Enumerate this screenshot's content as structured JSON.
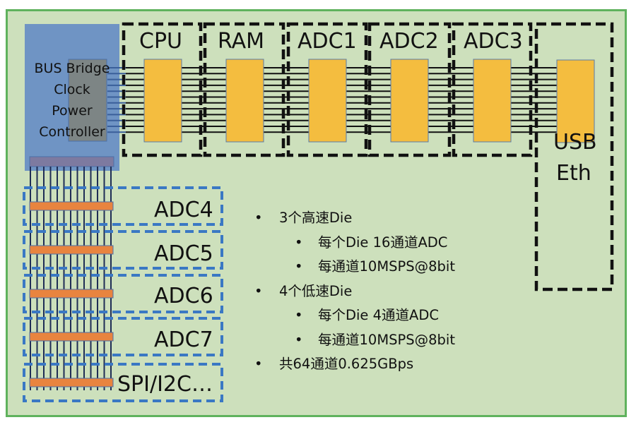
{
  "colors": {
    "background": "#cde0bc",
    "frame_border": "#5fb25d",
    "bridge_fill": "#6f94c4",
    "bridge_inner_fill": "#7d8585",
    "chip_fill": "#f4bd3f",
    "small_chip_fill": "#e8843f",
    "bus_line": "#111111",
    "low_speed_border": "#3a78c4"
  },
  "bridge": {
    "lines": [
      "BUS Bridge",
      "Clock",
      "Power",
      "Controller"
    ]
  },
  "high_speed_dies": [
    {
      "label": "CPU"
    },
    {
      "label": "RAM"
    },
    {
      "label": "ADC1"
    },
    {
      "label": "ADC2"
    },
    {
      "label": "ADC3"
    }
  ],
  "io_die": {
    "lines": [
      "USB",
      "Eth"
    ]
  },
  "low_speed_dies": [
    {
      "label": "ADC4"
    },
    {
      "label": "ADC5"
    },
    {
      "label": "ADC6"
    },
    {
      "label": "ADC7"
    },
    {
      "label": "SPI/I2C…"
    }
  ],
  "bus": {
    "parallel_lines": 12,
    "low_speed_pins": 13
  },
  "bullets": [
    {
      "level": 0,
      "text": "3个高速Die"
    },
    {
      "level": 1,
      "text": "每个Die 16通道ADC"
    },
    {
      "level": 1,
      "text": "每通道10MSPS@8bit"
    },
    {
      "level": 0,
      "text": "4个低速Die"
    },
    {
      "level": 1,
      "text": "每个Die 4通道ADC"
    },
    {
      "level": 1,
      "text": "每通道10MSPS@8bit"
    },
    {
      "level": 0,
      "text": "共64通道0.625GBps"
    }
  ],
  "bullet_glyph": "•"
}
